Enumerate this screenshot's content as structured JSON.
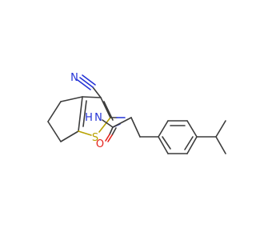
{
  "molecule": {
    "atoms": {
      "n_nitrile": "N",
      "n_amide": "N",
      "h_amide": "H",
      "s_thiophene": "S",
      "o_carbonyl": "O"
    },
    "colors": {
      "bond": "#3c3c3c",
      "nitrogen": "#2433d6",
      "sulfur": "#b8a200",
      "oxygen": "#e5221b"
    }
  }
}
